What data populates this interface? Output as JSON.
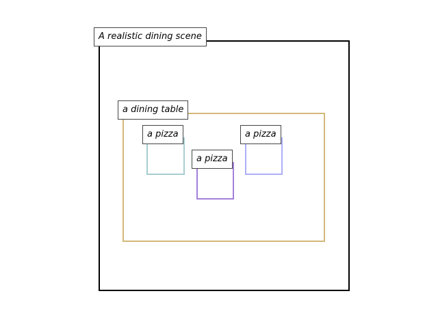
{
  "regions": {
    "scene": {
      "label": "A realistic dining scene",
      "color": "#000000"
    },
    "table": {
      "label": "a dining table",
      "color": "#d4b87a"
    },
    "pizza_1": {
      "label": "a pizza",
      "color": "#a6cdd0"
    },
    "pizza_2": {
      "label": "a pizza",
      "color": "#a47fdb"
    },
    "pizza_3": {
      "label": "a pizza",
      "color": "#acaff7"
    }
  }
}
